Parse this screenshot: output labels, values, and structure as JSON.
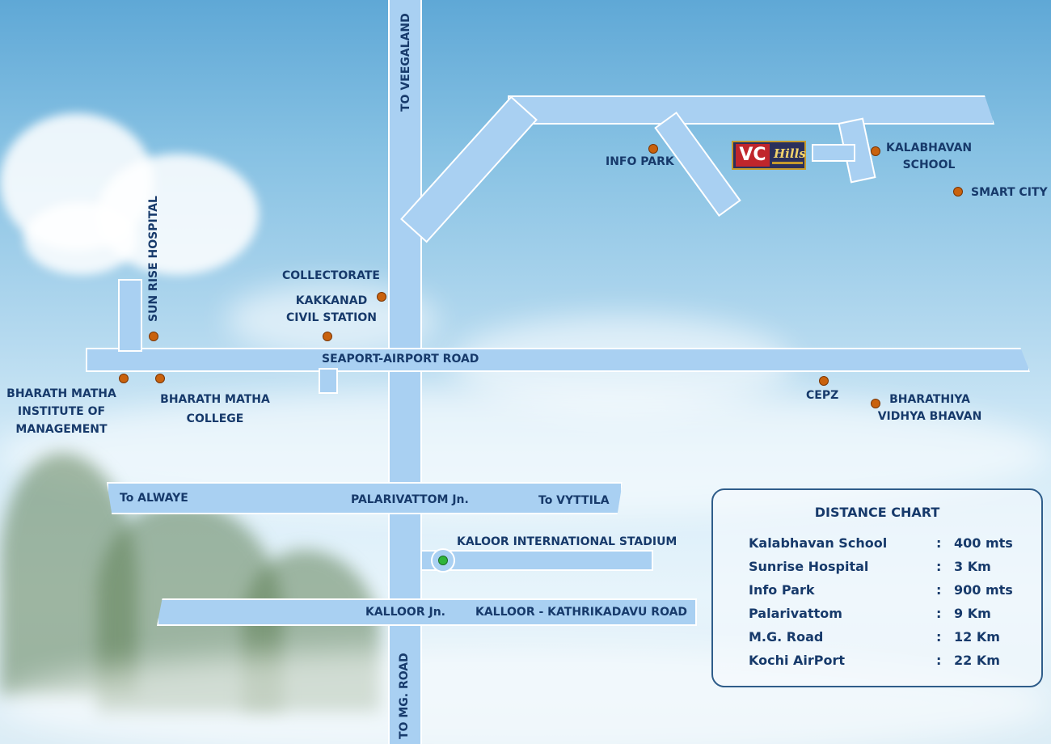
{
  "roads": {
    "to_veegaland": "TO VEEGALAND",
    "to_mg_road": "TO MG. ROAD",
    "seaport_airport_road": "SEAPORT-AIRPORT ROAD",
    "to_alwaye": "To ALWAYE",
    "palarivattom_jn": "PALARIVATTOM Jn.",
    "to_vyttila": "To VYTTILA",
    "kalloor_jn": "KALLOOR Jn.",
    "kalloor_kathrikadavu_road": "KALLOOR - KATHRIKADAVU ROAD"
  },
  "landmarks": {
    "info_park": "INFO PARK",
    "kalabhavan_school": "KALABHAVAN\nSCHOOL",
    "smart_city": "SMART CITY",
    "collectorate": "COLLECTORATE",
    "kakkanad_civil_station": "KAKKANAD\nCIVIL STATION",
    "sun_rise_hospital": "SUN RISE HOSPITAL",
    "bharath_matha_institute": "BHARATH MATHA\nINSTITUTE OF\nMANAGEMENT",
    "bharath_matha_college": "BHARATH MATHA\nCOLLEGE",
    "cepz": "CEPZ",
    "bharathiya_vidhya_bhavan": "BHARATHIYA\nVIDHYA BHAVAN",
    "kaloor_stadium": "KALOOR INTERNATIONAL STADIUM"
  },
  "logo": {
    "vc": "VC",
    "hills": "Hills"
  },
  "distance_chart": {
    "title": "DISTANCE CHART",
    "rows": [
      {
        "place": "Kalabhavan School",
        "sep": ":",
        "distance": "400 mts"
      },
      {
        "place": "Sunrise Hospital",
        "sep": ":",
        "distance": "3 Km"
      },
      {
        "place": "Info Park",
        "sep": ":",
        "distance": "900 mts"
      },
      {
        "place": "Palarivattom",
        "sep": ":",
        "distance": "9 Km"
      },
      {
        "place": "M.G. Road",
        "sep": ":",
        "distance": "12 Km"
      },
      {
        "place": "Kochi AirPort",
        "sep": ":",
        "distance": "22 Km"
      }
    ]
  },
  "colors": {
    "road_fill": "#a9d0f2",
    "road_edge": "#ffffff",
    "label_text": "#173a6b",
    "landmark_dot": "#c9620e",
    "stadium_dot": "#2fb43a",
    "logo_red": "#c0262c",
    "logo_navy": "#2a2f5c"
  }
}
